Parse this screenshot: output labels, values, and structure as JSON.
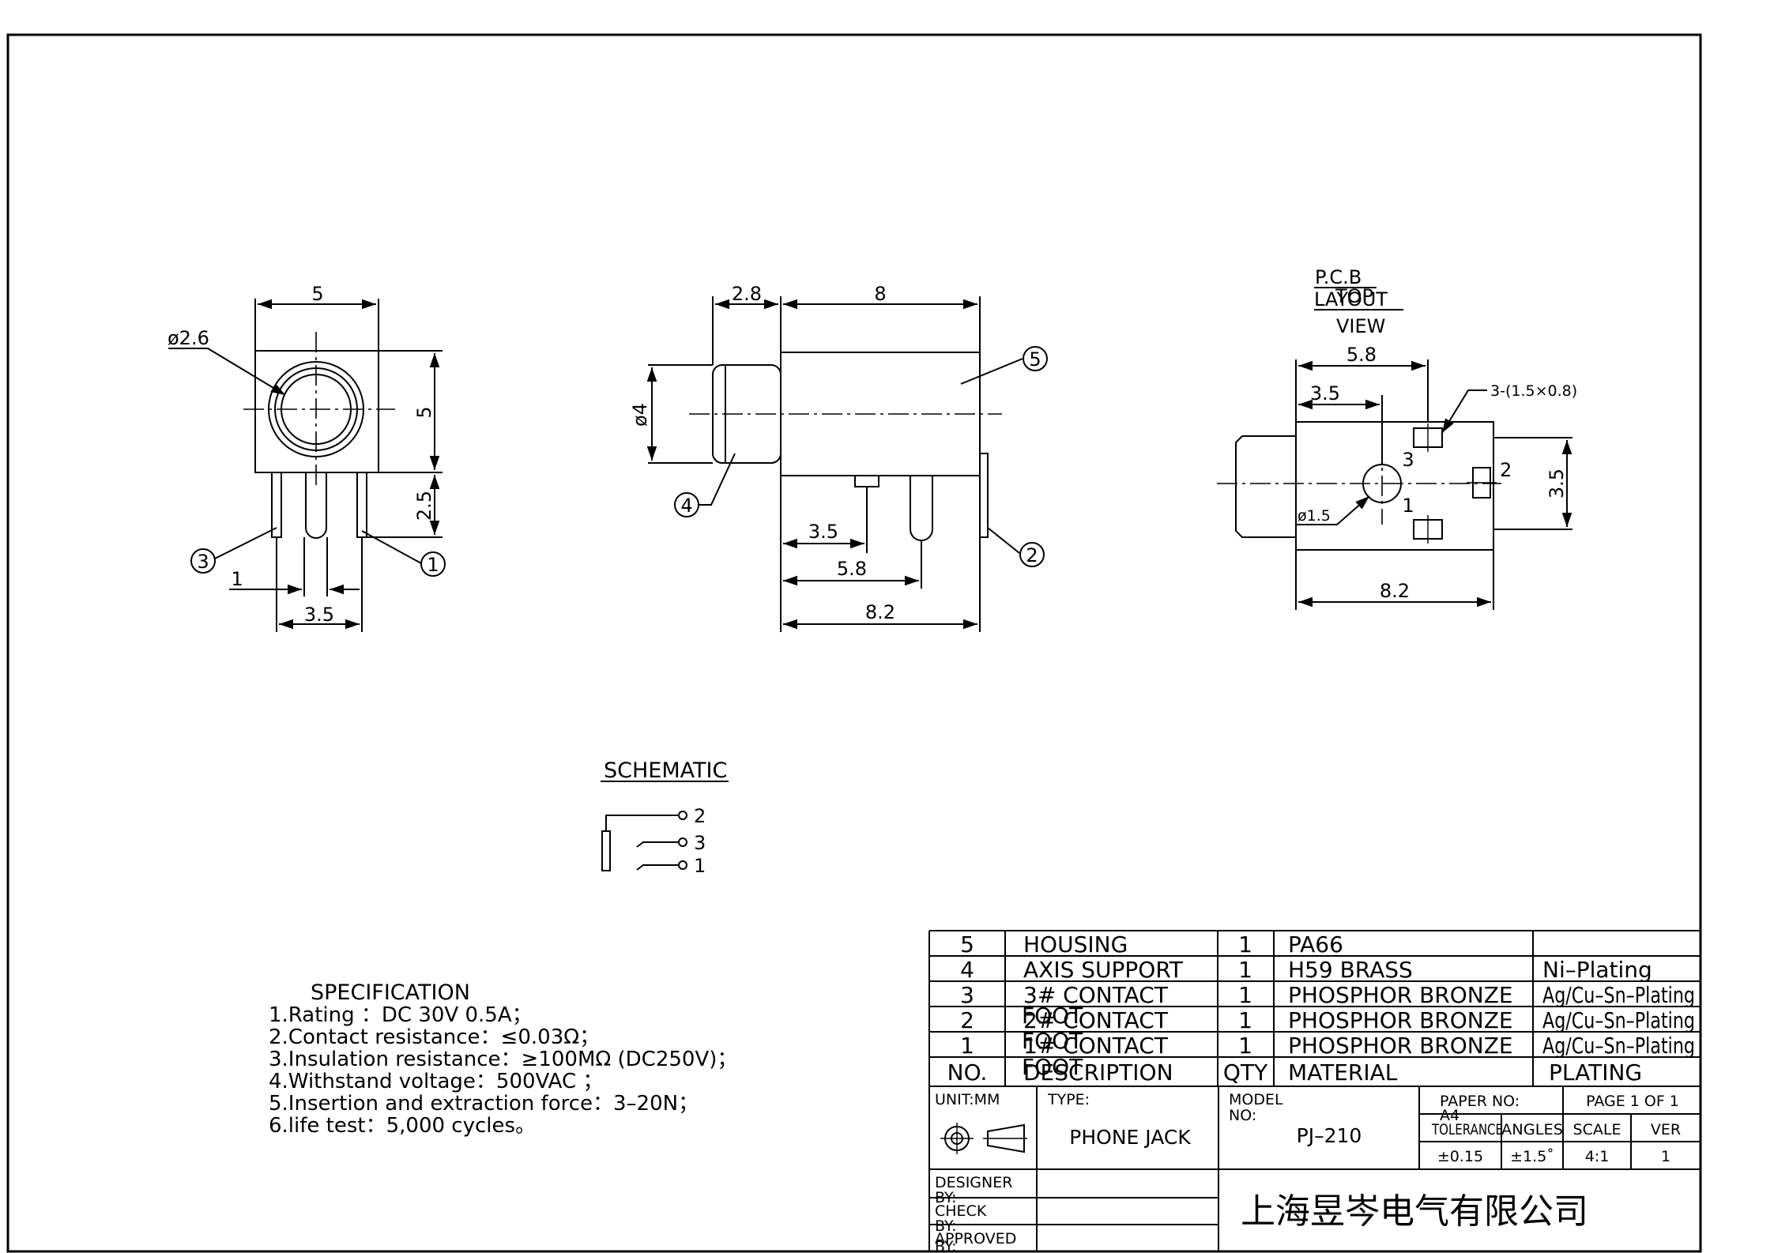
{
  "views": {
    "front": {
      "width_dim": "5",
      "height_dim": "5",
      "pin_len_dim": "2.5",
      "hole_dia": "ø2.6",
      "pitch_1": "1",
      "pitch_2": "3.5",
      "balloon_left": "3",
      "balloon_right": "1"
    },
    "side": {
      "dim_top_a": "2.8",
      "dim_top_b": "8",
      "dia": "ø4",
      "dim_b1": "3.5",
      "dim_b2": "5.8",
      "dim_b3": "8.2",
      "balloon_housing": "5",
      "balloon_axis": "4",
      "balloon_pin": "2"
    },
    "pcb": {
      "title_1": "P.C.B",
      "title_2a": "LAYOUT",
      "title_2b": "TOP",
      "title_3": "VIEW",
      "dim_top": "5.8",
      "dim_mid": "3.5",
      "pad_note": "3-(1.5×0.8)",
      "hole_dia": "ø1.5",
      "dim_right": "3.5",
      "dim_bottom": "8.2",
      "pad_3": "3",
      "pad_2": "2",
      "pad_1": "1"
    }
  },
  "schematic": {
    "title": "SCHEMATIC",
    "pins": [
      "2",
      "3",
      "1"
    ]
  },
  "specification": {
    "title": "SPECIFICATION",
    "lines": [
      "1.Rating ：DC 30V 0.5A；",
      "2.Contact resistance：≤0.03Ω；",
      "3.Insulation resistance：≥100MΩ (DC250V)；",
      "4.Withstand voltage：500VAC ；",
      "5.Insertion and extraction force：3–20N；",
      "6.life test：5,000 cycles。"
    ]
  },
  "bom": {
    "rows": [
      {
        "no": "5",
        "desc": "HOUSING",
        "desc_overlay": "",
        "qty": "1",
        "material": "PA66",
        "plating": ""
      },
      {
        "no": "4",
        "desc": "AXIS SUPPORT",
        "desc_overlay": "",
        "qty": "1",
        "material": "H59 BRASS",
        "plating": "Ni–Plating"
      },
      {
        "no": "3",
        "desc": "3# CONTACT",
        "desc_overlay": "",
        "qty": "1",
        "material": "PHOSPHOR BRONZE",
        "plating": "Ag/Cu–Sn–Plating"
      },
      {
        "no": "2",
        "desc": "2# CONTACT",
        "desc_overlay": "FOOT",
        "qty": "1",
        "material": "PHOSPHOR BRONZE",
        "plating": "Ag/Cu–Sn–Plating"
      },
      {
        "no": "1",
        "desc": "1# CONTACT",
        "desc_overlay": "FOOT",
        "qty": "1",
        "material": "PHOSPHOR BRONZE",
        "plating": "Ag/Cu–Sn–Plating"
      }
    ],
    "header": {
      "no": "NO.",
      "desc": "DESCRIPTION",
      "desc_overlay": "FOOT",
      "qty": "QTY",
      "material": "MATERIAL",
      "plating": "PLATING"
    }
  },
  "title_block": {
    "unit_label": "UNIT:MM",
    "type_label": "TYPE:",
    "type_value": "PHONE JACK",
    "model_label_1": "MODEL",
    "model_label_2": "NO:",
    "model_value": "PJ–210",
    "paper_label": "PAPER NO:",
    "paper_value": "A4",
    "page_label": "PAGE 1 OF 1",
    "tolerance_label": "TOLERANCE",
    "angles_label": "ANGLES",
    "scale_label": "SCALE",
    "ver_label": "VER",
    "tolerance_value": "±0.15",
    "angles_value": "±1.5˚",
    "scale_value": "4:1",
    "ver_value": "1",
    "designer_label_1": "DESIGNER",
    "designer_label_2": "BY:",
    "check_label_1": "CHECK",
    "check_label_2": "BY:",
    "approved_label_1": "APPROVED",
    "approved_label_2": "BY:",
    "company": "上海昱岑电气有限公司"
  }
}
